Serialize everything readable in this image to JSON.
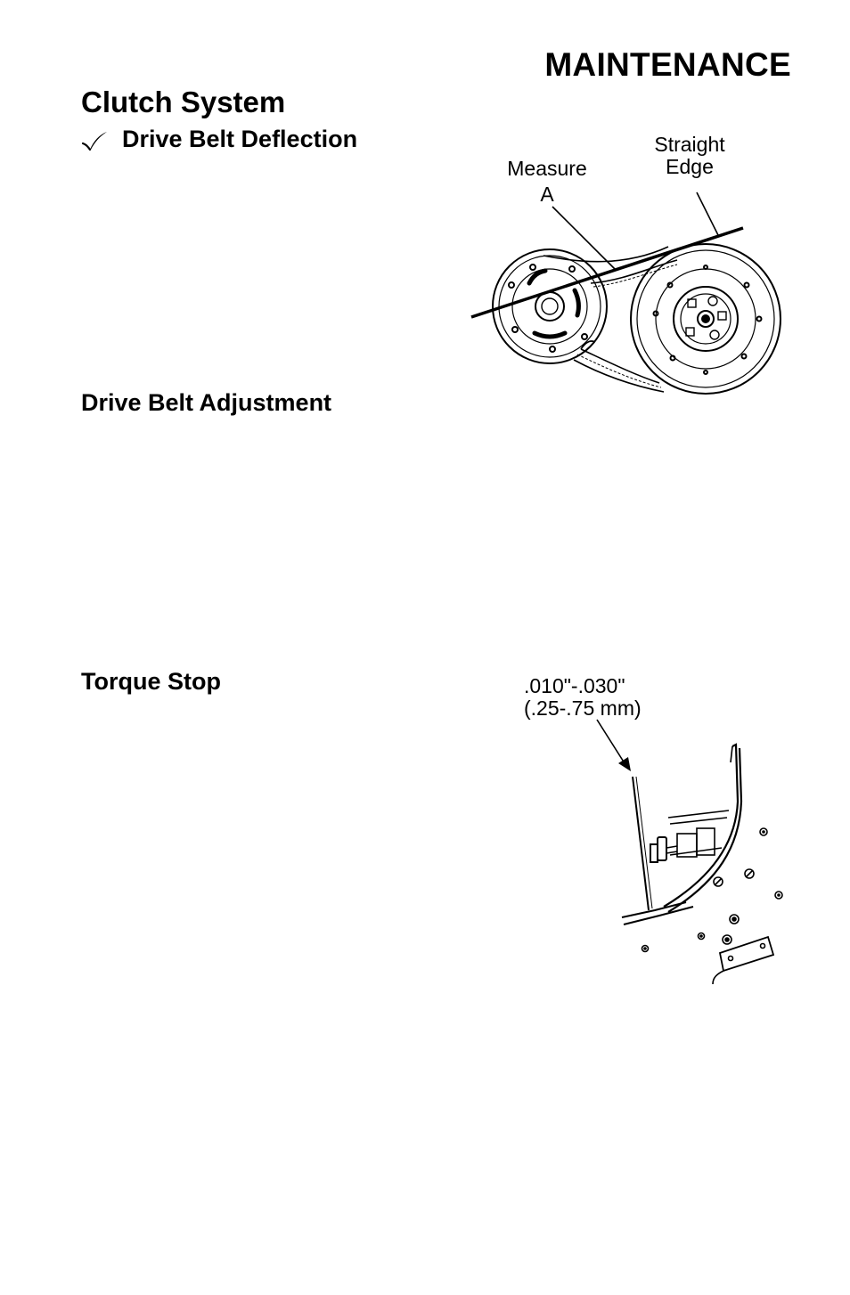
{
  "header": {
    "title": "MAINTENANCE"
  },
  "section": {
    "title": "Clutch System",
    "subheadings": {
      "deflection": "Drive Belt Deflection",
      "adjustment": "Drive Belt Adjustment",
      "torque_stop": "Torque Stop"
    }
  },
  "figures": {
    "belt": {
      "measure_label": "Measure",
      "measure_letter": "A",
      "straight_edge_line1": "Straight",
      "straight_edge_line2": "Edge"
    },
    "torque": {
      "range_line1": ".010\"-.030\"",
      "range_line2": "(.25-.75 mm)"
    }
  },
  "icons": {
    "checkmark": "checkmark-icon"
  }
}
